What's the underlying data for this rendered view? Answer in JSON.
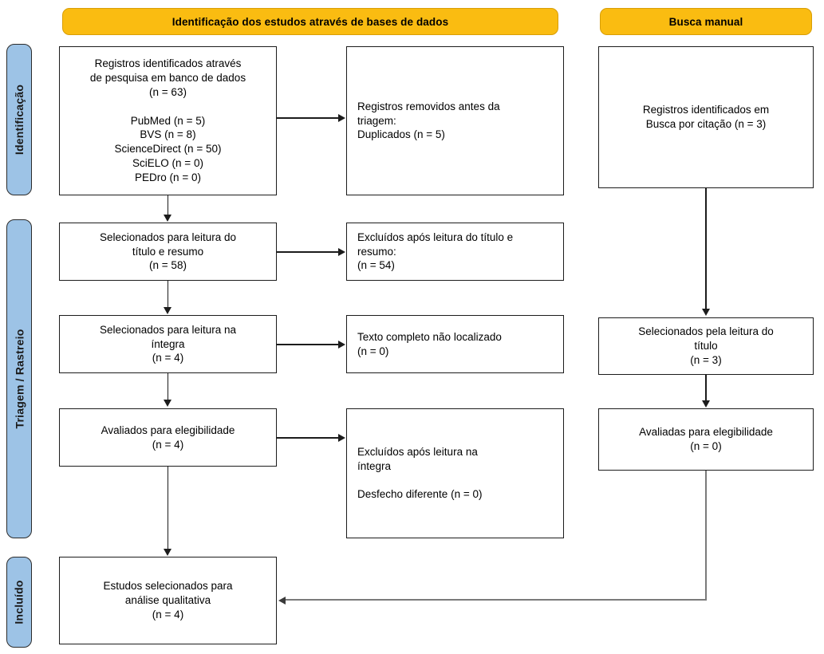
{
  "diagram": {
    "title": "PRISMA flow diagram",
    "language": "pt-BR",
    "colors": {
      "banner_fill": "#FABC11",
      "phase_fill": "#9DC3E6",
      "box_border": "#1C1C1C",
      "box_fill": "#FFFFFF",
      "connector": "#1C1C1C",
      "connector_gray": "#7A7A7A"
    }
  },
  "banners": [
    {
      "id": "databases",
      "label": "Identificação dos estudos através de bases de dados"
    },
    {
      "id": "manual",
      "label": "Busca manual"
    }
  ],
  "phases": [
    {
      "id": "identificacao",
      "label": "Identificação"
    },
    {
      "id": "triagem",
      "label": "Triagem / Rastreio"
    },
    {
      "id": "incluido",
      "label": "Incluído"
    }
  ],
  "boxes": {
    "records_identified_db": "Registros identificados através\nde pesquisa em banco de dados\n(n = 63)\n\nPubMed (n = 5)\nBVS (n = 8)\nScienceDirect (n = 50)\nSciELO (n = 0)\nPEDro (n = 0)",
    "records_removed": "Registros removidos antes da\ntriagem:\n      Duplicados (n = 5)",
    "records_identified_citation": "Registros identificados em\nBusca por citação (n = 3)",
    "screened_title_abstract": "Selecionados para leitura do\ntítulo e resumo\n(n = 58)",
    "excluded_title_abstract": "Excluídos após leitura do título e\nresumo:\n(n = 54)",
    "screened_full_text": "Selecionados para leitura na\níntegra\n(n = 4)",
    "full_text_not_retrieved": "Texto completo não localizado\n(n = 0)",
    "selected_by_title": "Selecionados pela leitura do\ntítulo\n(n = 3)",
    "assessed_eligibility_db": "Avaliados para elegibilidade\n(n = 4)",
    "excluded_full_text": "Excluídos após leitura na\níntegra\n\nDesfecho diferente (n = 0)",
    "assessed_eligibility_manual": "Avaliadas para elegibilidade\n(n = 0)",
    "studies_included": "Estudos selecionados para\nanálise qualitativa\n(n = 4)"
  },
  "counts": {
    "records_identified_db": 63,
    "pubmed": 5,
    "bvs": 8,
    "sciencedirect": 50,
    "scielo": 0,
    "pedro": 0,
    "duplicates_removed": 5,
    "records_identified_citation": 3,
    "screened_title_abstract": 58,
    "excluded_title_abstract": 54,
    "screened_full_text": 4,
    "full_text_not_retrieved": 0,
    "selected_by_title": 3,
    "assessed_eligibility_db": 4,
    "excluded_full_text_outcome": 0,
    "assessed_eligibility_manual": 0,
    "studies_included": 4
  }
}
